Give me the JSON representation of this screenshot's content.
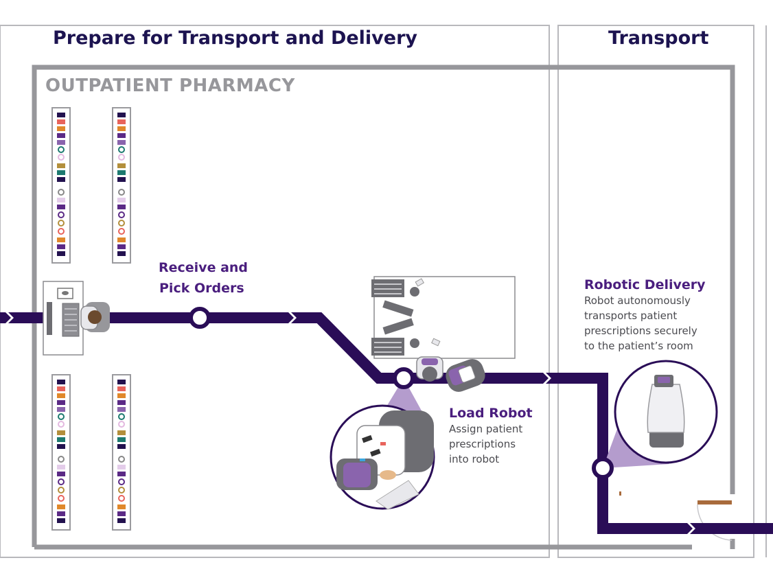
{
  "sections": {
    "prepare": "Prepare for Transport and Delivery",
    "transport": "Transport"
  },
  "room": {
    "title": "OUTPATIENT PHARMACY"
  },
  "steps": {
    "receive": {
      "title_line1": "Receive and",
      "title_line2": "Pick Orders"
    },
    "load": {
      "title": "Load Robot",
      "desc": [
        "Assign patient",
        "prescriptions",
        "into robot"
      ]
    },
    "delivery": {
      "title": "Robotic Delivery",
      "desc": [
        "Robot autonomously",
        "transports patient",
        "prescriptions securely",
        "to the patient’s room"
      ]
    }
  },
  "colors": {
    "path": "#2a0d57",
    "heading": "#1c1350",
    "step_title": "#4a1e7e",
    "wall": "#97979b",
    "section_border": "#b8b8bc"
  },
  "icons": [
    "direction-arrow-icon",
    "checkpoint-icon",
    "shelf-icon",
    "pharmacist-icon",
    "robot-icon",
    "door-icon"
  ]
}
